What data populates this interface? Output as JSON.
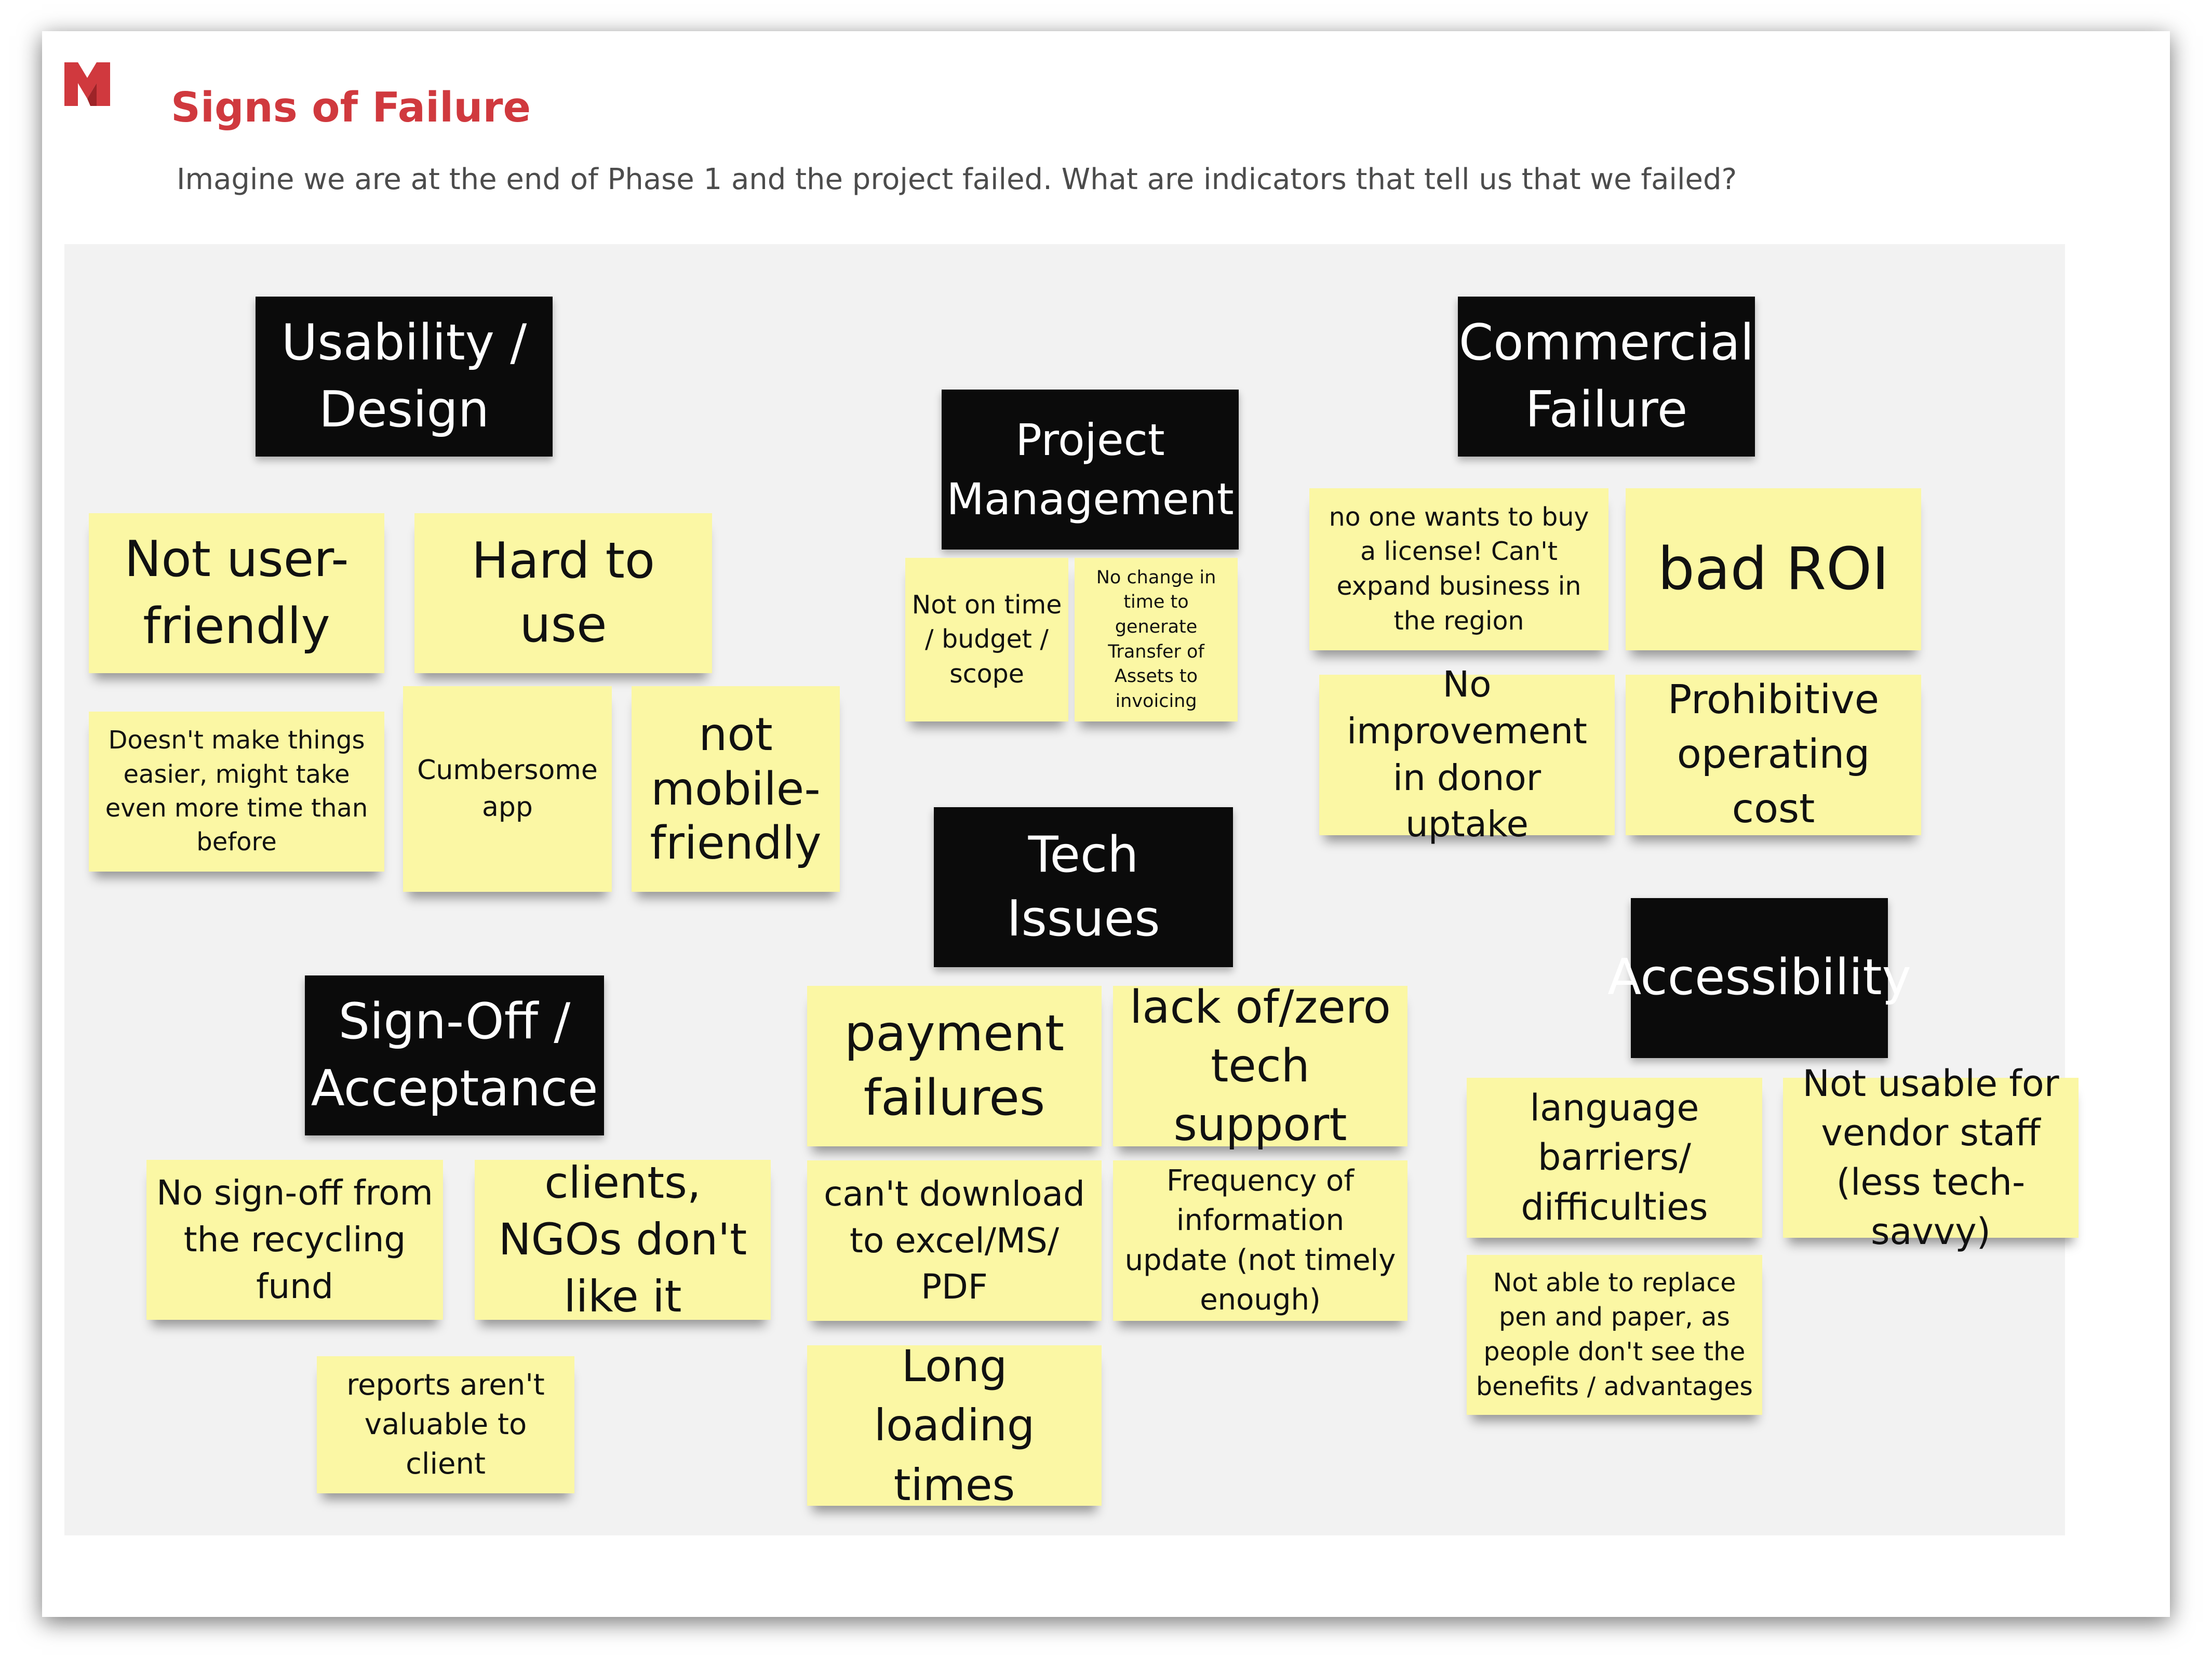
{
  "page": {
    "title": "Signs of Failure",
    "subtitle": "Imagine we are at the end of Phase 1 and the project failed. What are indicators that tell us that we failed?",
    "logo_icon": "brand-logo-icon",
    "colors": {
      "title": "#d0393e",
      "board": "#f2f2f2",
      "sticky_note": "#fbf7a4",
      "category_header": "#0b0b0b"
    }
  },
  "categories": {
    "usability": "Usability / Design",
    "project_management": "Project Management",
    "commercial": "Commercial Failure",
    "tech": "Tech Issues",
    "signoff": "Sign-Off / Acceptance",
    "accessibility": "Accessibility"
  },
  "notes": {
    "not_user_friendly": "Not user-friendly",
    "hard_to_use": "Hard to use",
    "doesnt_make_easier": "Doesn't make things easier, might take even more time than before",
    "cumbersome_app": "Cumbersome app",
    "not_mobile_friendly": "not mobile-friendly",
    "not_on_time": "Not on time / budget / scope",
    "no_change_in_time": "No change in time to generate Transfer of Assets to invoicing",
    "no_one_wants_license": "no one wants to buy a license! Can't expand business in the region",
    "bad_roi": "bad ROI",
    "no_improvement_donor": "No improvement in donor uptake",
    "prohibitive_cost": "Prohibitive operating cost",
    "payment_failures": "payment failures",
    "lack_tech_support": "lack of/zero tech support",
    "cant_download": "can't download to excel/MS/ PDF",
    "frequency_update": "Frequency of information update (not timely enough)",
    "long_loading": "Long loading times",
    "no_signoff": "No sign-off from the recycling fund",
    "clients_ngos": "clients, NGOs don't like it",
    "reports_not_valuable": "reports aren't valuable to client",
    "language_barriers": "language barriers/ difficulties",
    "not_usable_vendor": "Not usable for vendor staff (less tech-savvy)",
    "not_replace_pen": "Not able to replace pen and paper, as people don't see the benefits / advantages"
  }
}
